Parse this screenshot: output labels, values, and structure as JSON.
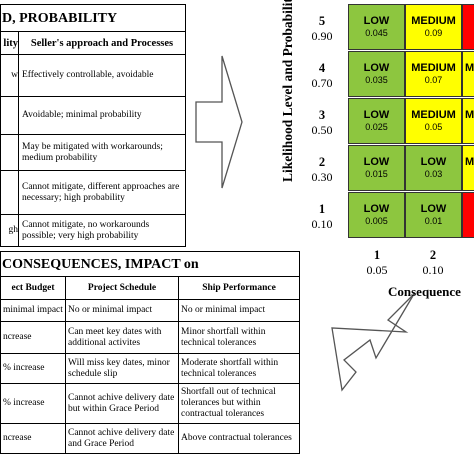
{
  "probability_table": {
    "title": "D, PROBABILITY",
    "header_left": "lity",
    "header_right": "Seller's approach and Processes",
    "rows": [
      {
        "level": "w",
        "text": "Effectively controllable, avoidable"
      },
      {
        "level": "",
        "text": "Avoidable; minimal probability"
      },
      {
        "level": "",
        "text": "May be mitigated with workarounds; medium probability"
      },
      {
        "level": "",
        "text": "Cannot mitigate, different approaches are necessary; high probability"
      },
      {
        "level": "gh",
        "text": "Cannot mitigate, no workarounds possible; very high probability"
      }
    ]
  },
  "consequence_table": {
    "title": "CONSEQUENCES, IMPACT on",
    "headers": [
      "ect Budget",
      "Project Schedule",
      "Ship Performance"
    ],
    "rows": [
      [
        "minimal impact",
        "No or minimal impact",
        "No or minimal impact"
      ],
      [
        "ncrease",
        "Can meet key dates with additional activites",
        "Minor shortfall within technical tolerances"
      ],
      [
        "% increase",
        "Will miss key dates, minor schedule slip",
        "Moderate shortfall within technical tolerances"
      ],
      [
        "% increase",
        "Cannot achive delivery date but within Grace Period",
        "Shortfall out of technical tolerances but within contractual tolerances"
      ],
      [
        "ncrease",
        "Cannot achive delivery date and Grace Period",
        "Above contractual tolerances"
      ]
    ]
  },
  "matrix": {
    "y_axis_label": "Likelihood Level and Probability",
    "x_axis_label": "Consequence",
    "y_levels": [
      {
        "level": "5",
        "value": "0.90"
      },
      {
        "level": "4",
        "value": "0.70"
      },
      {
        "level": "3",
        "value": "0.50"
      },
      {
        "level": "2",
        "value": "0.30"
      },
      {
        "level": "1",
        "value": "0.10"
      }
    ],
    "x_levels": [
      {
        "level": "1",
        "value": "0.05"
      },
      {
        "level": "2",
        "value": "0.10"
      }
    ],
    "colors": {
      "low": "#8dc63f",
      "medium": "#ffff00",
      "high": "#ff0000"
    },
    "rows": [
      [
        {
          "rating": "LOW",
          "score": "0.045"
        },
        {
          "rating": "MEDIUM",
          "score": "0.09"
        },
        {
          "rating": "",
          "score": ""
        }
      ],
      [
        {
          "rating": "LOW",
          "score": "0.035"
        },
        {
          "rating": "MEDIUM",
          "score": "0.07"
        },
        {
          "rating": "M",
          "score": ""
        }
      ],
      [
        {
          "rating": "LOW",
          "score": "0.025"
        },
        {
          "rating": "MEDIUM",
          "score": "0.05"
        },
        {
          "rating": "M",
          "score": ""
        }
      ],
      [
        {
          "rating": "LOW",
          "score": "0.015"
        },
        {
          "rating": "LOW",
          "score": "0.03"
        },
        {
          "rating": "M",
          "score": ""
        }
      ],
      [
        {
          "rating": "LOW",
          "score": "0.005"
        },
        {
          "rating": "LOW",
          "score": "0.01"
        },
        {
          "rating": "",
          "score": ""
        }
      ]
    ]
  }
}
